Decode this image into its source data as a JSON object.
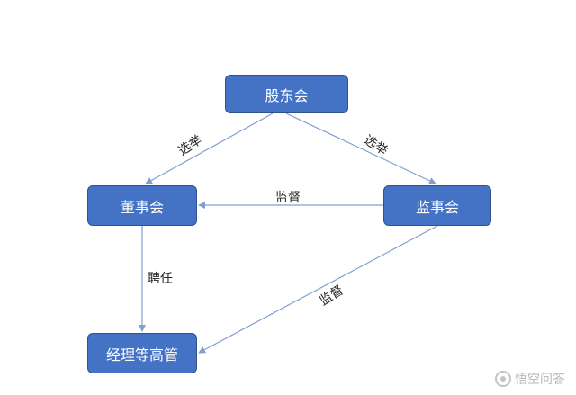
{
  "nodes": {
    "shareholders": "股东会",
    "board": "董事会",
    "supervisors": "监事会",
    "management": "经理等高管"
  },
  "edges": {
    "elect_left": "选举",
    "elect_right": "选举",
    "supervise_board": "监督",
    "hire": "聘任",
    "supervise_management": "监督"
  },
  "colors": {
    "node_fill": "#4472c4",
    "node_border": "#2f528f",
    "arrow": "#7f9fd0"
  },
  "watermark": {
    "text": "悟空问答"
  }
}
